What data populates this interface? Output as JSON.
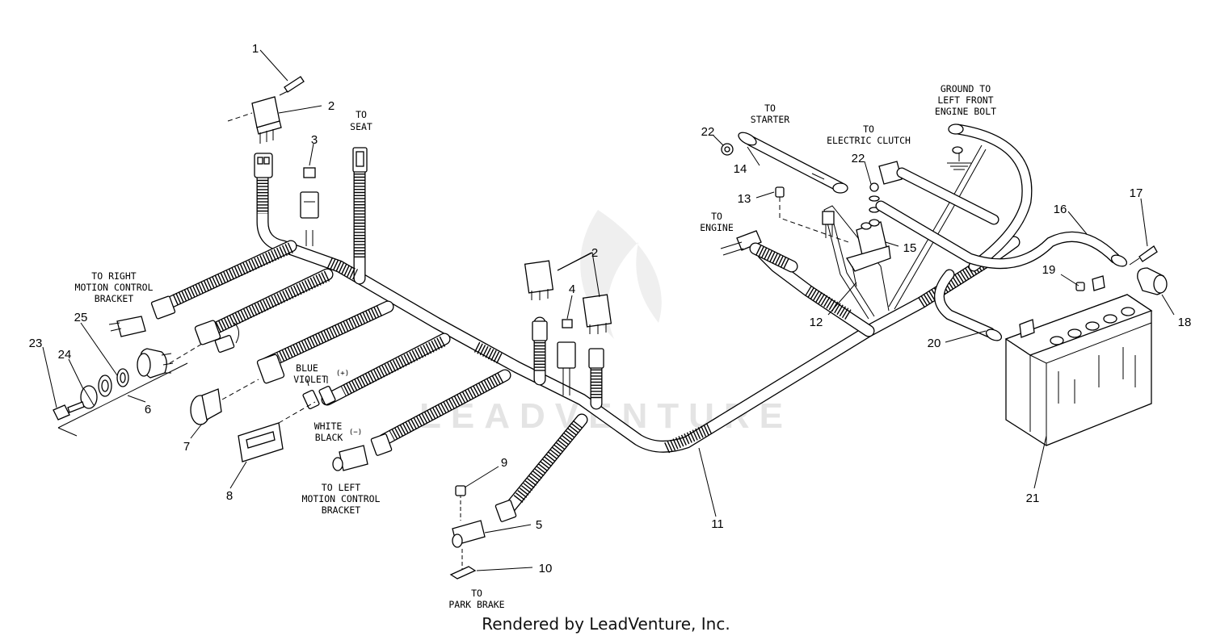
{
  "parts": [
    {
      "id": "1",
      "label": "1"
    },
    {
      "id": "2a",
      "label": "2"
    },
    {
      "id": "2b",
      "label": "2"
    },
    {
      "id": "3",
      "label": "3"
    },
    {
      "id": "4",
      "label": "4"
    },
    {
      "id": "5",
      "label": "5"
    },
    {
      "id": "6",
      "label": "6"
    },
    {
      "id": "7",
      "label": "7"
    },
    {
      "id": "8",
      "label": "8"
    },
    {
      "id": "9",
      "label": "9"
    },
    {
      "id": "10",
      "label": "10"
    },
    {
      "id": "11",
      "label": "11"
    },
    {
      "id": "12",
      "label": "12"
    },
    {
      "id": "13",
      "label": "13"
    },
    {
      "id": "14",
      "label": "14"
    },
    {
      "id": "15",
      "label": "15"
    },
    {
      "id": "16",
      "label": "16"
    },
    {
      "id": "17",
      "label": "17"
    },
    {
      "id": "18",
      "label": "18"
    },
    {
      "id": "19",
      "label": "19"
    },
    {
      "id": "20",
      "label": "20"
    },
    {
      "id": "21",
      "label": "21"
    },
    {
      "id": "22a",
      "label": "22"
    },
    {
      "id": "22b",
      "label": "22"
    },
    {
      "id": "23",
      "label": "23"
    },
    {
      "id": "24",
      "label": "24"
    },
    {
      "id": "25",
      "label": "25"
    }
  ],
  "notes": {
    "to_seat": [
      "TO",
      "SEAT"
    ],
    "to_starter": [
      "TO",
      "STARTER"
    ],
    "to_electric_clutch": [
      "TO",
      "ELECTRIC CLUTCH"
    ],
    "ground": [
      "GROUND TO",
      "LEFT FRONT",
      "ENGINE BOLT"
    ],
    "to_engine": [
      "TO",
      "ENGINE"
    ],
    "to_right_motion": [
      "TO RIGHT",
      "MOTION CONTROL",
      "BRACKET"
    ],
    "to_left_motion": [
      "TO LEFT",
      "MOTION CONTROL",
      "BRACKET"
    ],
    "to_park_brake": [
      "TO",
      "PARK BRAKE"
    ],
    "blue": "BLUE",
    "violet": "VIOLET",
    "plus": "(+)",
    "white": "WHITE",
    "black": "BLACK",
    "minus": "(−)"
  },
  "watermark": "LEADVENTURE",
  "footer": "Rendered by LeadVenture, Inc."
}
